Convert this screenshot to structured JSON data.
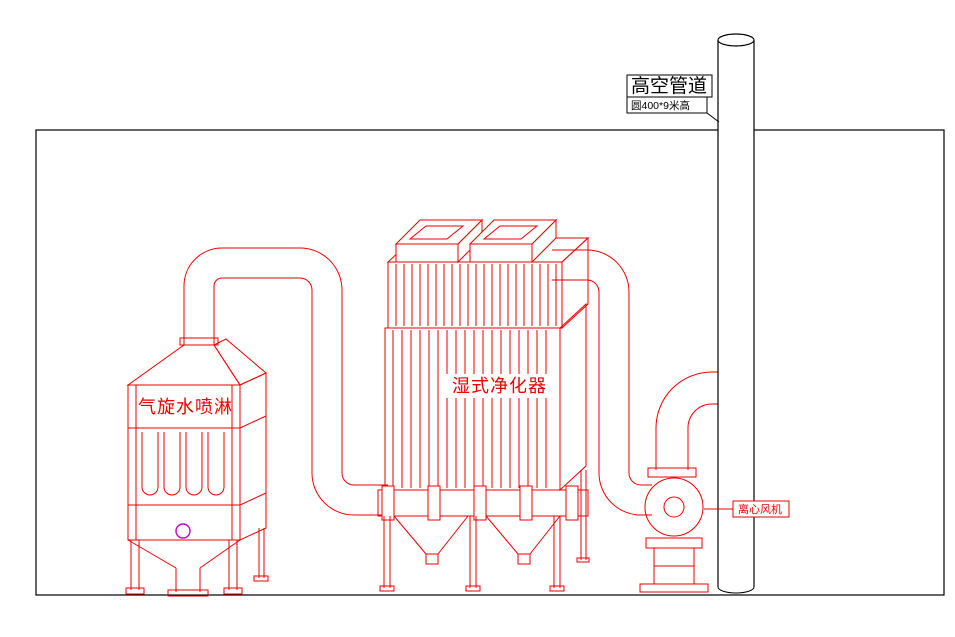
{
  "labels": {
    "stack_pipe": {
      "name": "高空管道",
      "spec": "圆400*9米高"
    },
    "spray_tower": {
      "name": "气旋水喷淋"
    },
    "wet_purifier": {
      "name": "湿式净化器"
    },
    "fan": {
      "name": "离心风机"
    }
  },
  "colors": {
    "line_black": "#000000",
    "equipment_red": "#ee0000",
    "sight_glass_magenta": "#cc00cc",
    "background": "#ffffff"
  }
}
